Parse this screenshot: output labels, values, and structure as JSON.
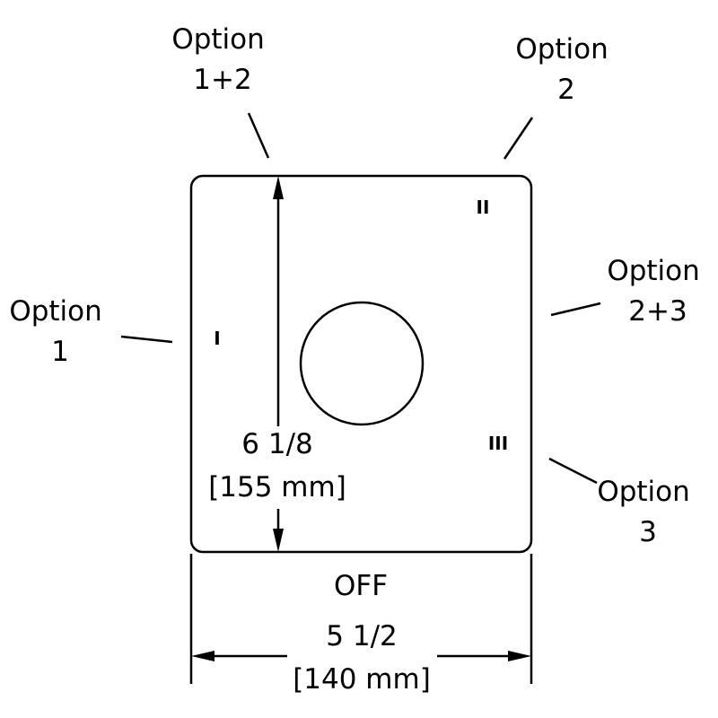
{
  "labels": {
    "option_1_2": {
      "line1": "Option",
      "line2": "1+2"
    },
    "option_2": {
      "line1": "Option",
      "line2": "2"
    },
    "option_1": {
      "line1": "Option",
      "line2": "1"
    },
    "option_2_3": {
      "line1": "Option",
      "line2": "2+3"
    },
    "option_3": {
      "line1": "Option",
      "line2": "3"
    },
    "off": "OFF"
  },
  "plate_marks": {
    "position_1": "I",
    "position_2": "II",
    "position_3": "III"
  },
  "dimensions": {
    "height": {
      "imperial": "6 1/8",
      "metric": "[155 mm]"
    },
    "width": {
      "imperial": "5 1/2",
      "metric": "[140 mm]"
    }
  }
}
